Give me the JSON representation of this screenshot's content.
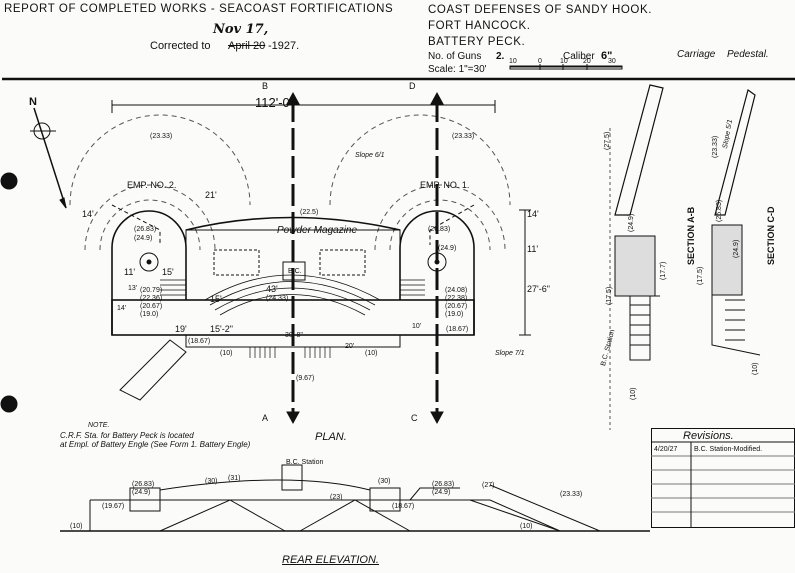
{
  "header": {
    "left_title": "REPORT OF COMPLETED WORKS - SEACOAST FORTIFICATIONS",
    "corrected_new": "Nov 17,",
    "corrected_label": "Corrected to",
    "corrected_old": "April 20",
    "corrected_year": "-1927.",
    "right_line1": "COAST DEFENSES OF SANDY HOOK.",
    "right_line2": "FORT HANCOCK.",
    "right_line3": "BATTERY PECK.",
    "guns_label": "No. of Guns",
    "guns_value": "2.",
    "caliber_label": "Caliber",
    "caliber_value": "6\"",
    "carriage_label": "Carriage",
    "carriage_value": "Pedestal.",
    "scale_label": "Scale: 1\"=30'",
    "scale_ticks": [
      "10",
      "0",
      "10",
      "20",
      "30"
    ]
  },
  "plan": {
    "title": "PLAN.",
    "dim_overall": "112'-0\"",
    "emp2": "EMP. NO. 2.",
    "emp1": "EMP. NO. 1.",
    "powder_magazine": "Powder Magazine",
    "north": "N",
    "section_marks": [
      "B",
      "D",
      "A",
      "C"
    ],
    "dims": [
      "14'",
      "21'",
      "11'",
      "15'",
      "13'",
      "14'",
      "15'",
      "19'",
      "15'-2\"",
      "43'",
      "30'-8\"",
      "20'",
      "10'",
      "27'-6\"",
      "11'",
      "14'"
    ],
    "elevations": [
      "(23.33)",
      "(23.33)",
      "(22.5)",
      "(26.83)",
      "(24.9)",
      "(26.83)",
      "(24.9)",
      "(20.79)",
      "(22.36)",
      "(20.67)",
      "(19.0)",
      "(24.08)",
      "(22.38)",
      "(20.67)",
      "(19.0)",
      "(18.67)",
      "(18.67)",
      "(9.67)",
      "(10)",
      "(10)",
      "(24.33)"
    ],
    "slope_label_top": "Slope 6/1",
    "slope_label_right": "Slope 7/1",
    "bc_label": "B.C.",
    "note_title": "NOTE.",
    "note_line1": "C.R.F. Sta. for Battery Peck is located",
    "note_line2": "at Empl. of Battery Engle (See Form 1. Battery Engle)"
  },
  "sections": {
    "section_ab": "SECTION A-B",
    "section_cd": "SECTION C-D",
    "bc_station": "B.C. Station",
    "dim_ab": "(17.7)",
    "slope": "Slope 5/1",
    "elev": [
      "(27.5)",
      "(23.33)",
      "(24.9)",
      "(17.5)",
      "(10)",
      "(10)",
      "(26.83)",
      "(24.9)",
      "(17.5)"
    ]
  },
  "elevation": {
    "title": "REAR ELEVATION.",
    "bc_station": "B.C. Station",
    "labels": [
      "(30)",
      "(31)",
      "(30)",
      "(26.83)",
      "(24.9)",
      "(26.83)",
      "(24.9)",
      "(27)",
      "(23.33)",
      "(10)",
      "(10)",
      "(23)",
      "(19.67)",
      "(18.67)"
    ]
  },
  "revisions": {
    "title": "Revisions.",
    "date": "4/20/27",
    "entry": "B.C. Station-Modified."
  }
}
